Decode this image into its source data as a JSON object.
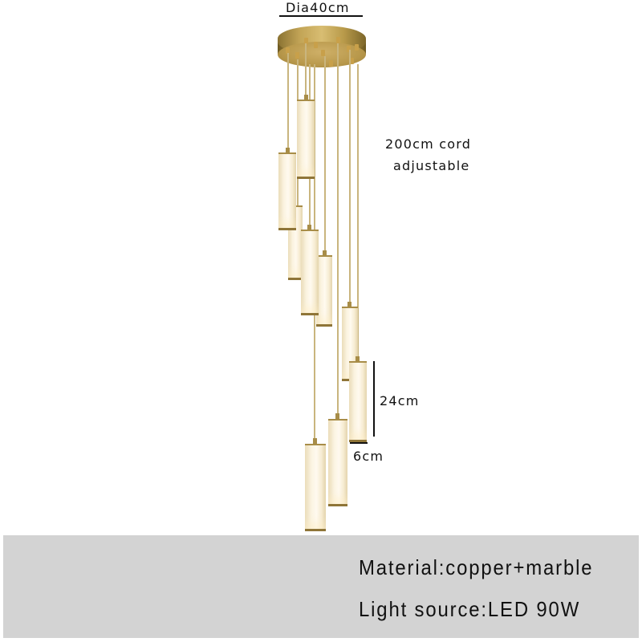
{
  "dimensions": {
    "diameter": "Dia40cm",
    "cord_line1": "200cm cord",
    "cord_line2": "adjustable",
    "height": "24cm",
    "width": "6cm"
  },
  "product": {
    "type": "spiral pendant chandelier",
    "pendant_count": 9,
    "colors": {
      "brass": "#c2a456",
      "marble": "#fbf4e2",
      "band": "#d3d3d3"
    }
  },
  "specs": {
    "material": "Material:copper+marble",
    "light_source": "Light source:LED 90W"
  }
}
